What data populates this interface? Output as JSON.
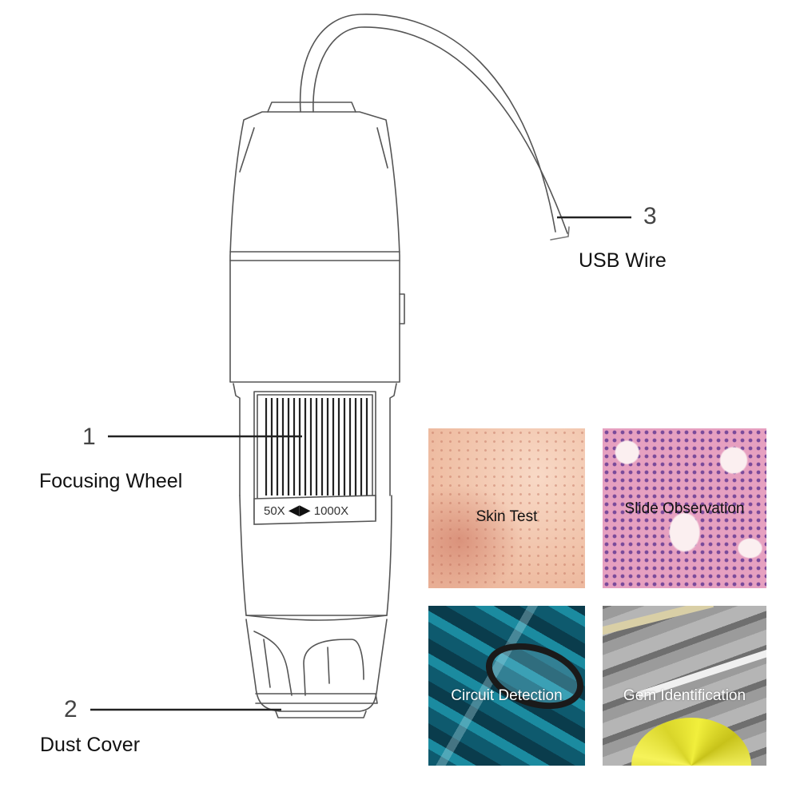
{
  "diagram": {
    "subject": "USB digital microscope",
    "callouts": [
      {
        "number": "1",
        "label": "Focusing Wheel"
      },
      {
        "number": "2",
        "label": "Dust Cover"
      },
      {
        "number": "3",
        "label": "USB Wire"
      }
    ],
    "magnification_band": {
      "min_label": "50X",
      "max_label": "1000X",
      "left_arrow": "◀",
      "right_arrow": "▶"
    }
  },
  "applications": [
    {
      "caption": "Skin Test",
      "colors": {
        "base": "#f0c2a8"
      }
    },
    {
      "caption": "Slide Observation",
      "colors": {
        "base": "#e6a0c0"
      }
    },
    {
      "caption": "Circuit Detection",
      "colors": {
        "base": "#125d70"
      }
    },
    {
      "caption": "Gem Identification",
      "colors": {
        "base": "#8f8f8f",
        "gem": "#f1ef3c"
      }
    }
  ]
}
